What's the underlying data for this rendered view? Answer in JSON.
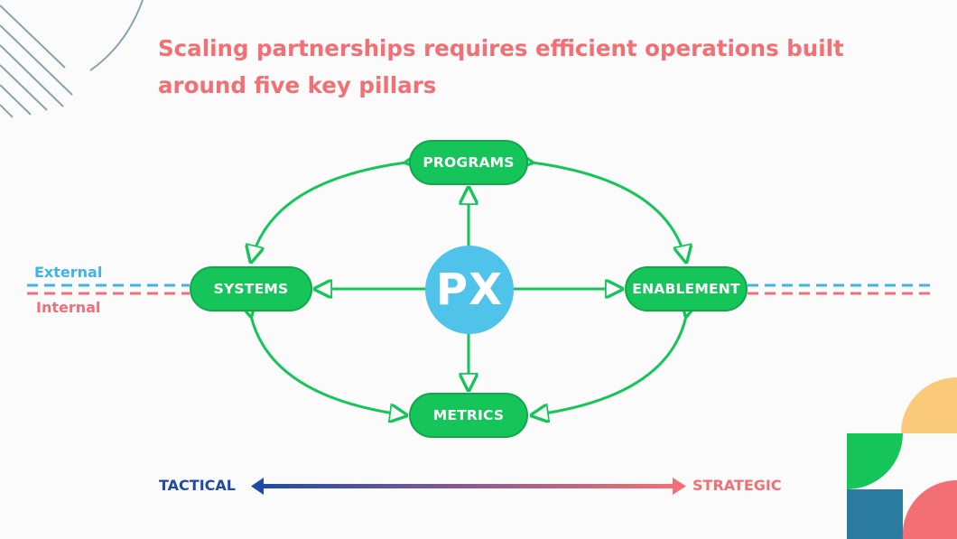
{
  "title": {
    "line1": "Scaling partnerships requires efficient operations built",
    "line2": "around five key pillars"
  },
  "hub": {
    "label": "PX"
  },
  "pillars": {
    "programs": "PROGRAMS",
    "systems": "SYSTEMS",
    "enablement": "ENABLEMENT",
    "metrics": "METRICS"
  },
  "zones": {
    "external": "External",
    "internal": "Internal"
  },
  "axis": {
    "left": "TACTICAL",
    "right": "STRATEGIC"
  },
  "colors": {
    "title": "#f26f74",
    "node": "#16c55a",
    "arrow": "#16c55a",
    "hub": "#4fc3ea",
    "external": "#3fb3ea",
    "internal": "#f26f74",
    "tactical": "#1f4aa8",
    "strategic": "#f26f74",
    "deco_green": "#16c55a",
    "deco_yellow": "#fbc97a",
    "deco_blue": "#2b7aa0",
    "deco_coral": "#f26f74"
  }
}
